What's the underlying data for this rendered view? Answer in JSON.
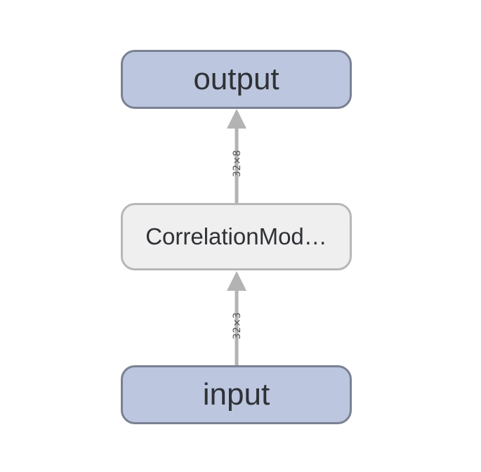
{
  "nodes": {
    "output": {
      "label": "output"
    },
    "module": {
      "label": "CorrelationMod…"
    },
    "input": {
      "label": "input"
    }
  },
  "edges": [
    {
      "from": "input",
      "to": "module",
      "shape": "32×3"
    },
    {
      "from": "module",
      "to": "output",
      "shape": "32×8"
    }
  ],
  "colors": {
    "io_node_fill": "#bcc6de",
    "io_node_border": "#7a8193",
    "module_node_fill": "#efefef",
    "module_node_border": "#b7b7b7",
    "edge": "#b3b3b3",
    "text": "#2f3136"
  }
}
